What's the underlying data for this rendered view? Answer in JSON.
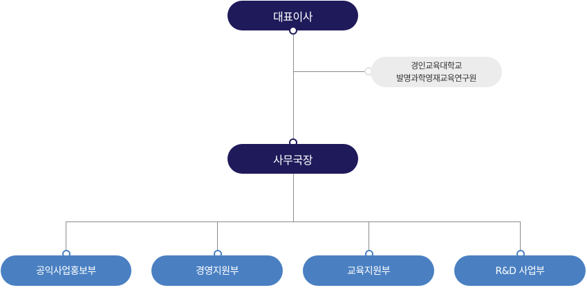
{
  "org_chart": {
    "top": {
      "label": "대표이사"
    },
    "advisory": {
      "lines": [
        "경인교육대학교",
        "발명과학영재교육연구원"
      ]
    },
    "middle": {
      "label": "사무국장"
    },
    "departments": [
      {
        "label": "공익사업홍보부"
      },
      {
        "label": "경영지원부"
      },
      {
        "label": "교육지원부"
      },
      {
        "label": "R&D 사업부"
      }
    ]
  },
  "colors": {
    "executive": "#1f1a5a",
    "department": "#4a80c2",
    "advisory": "#ececec",
    "connector": "#8a8a8a"
  }
}
